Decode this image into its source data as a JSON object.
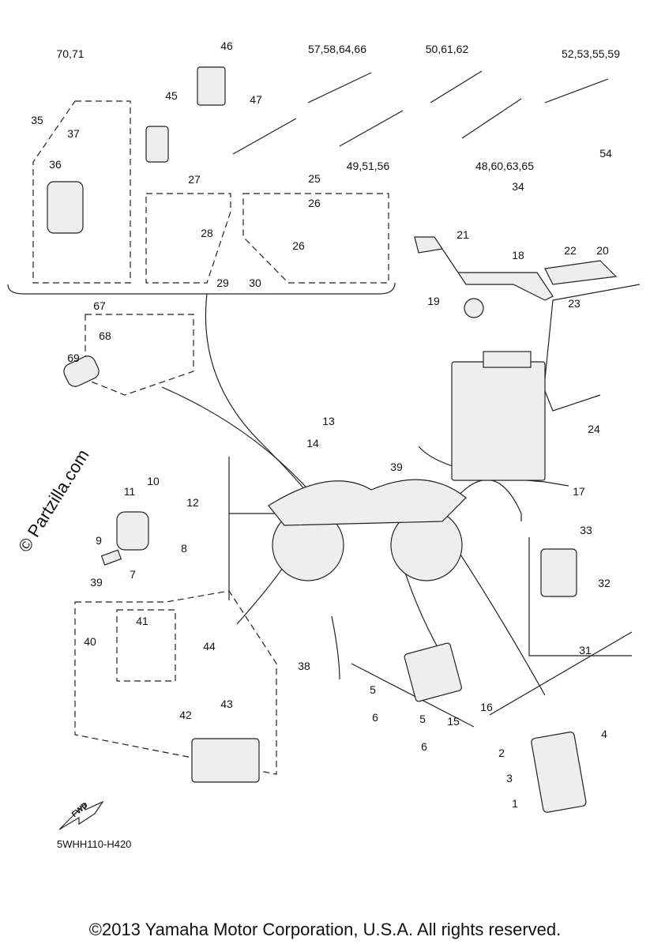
{
  "callouts": [
    "70,71",
    "35",
    "37",
    "36",
    "45",
    "46",
    "47",
    "57,58,64,66",
    "49,51,56",
    "50,61,62",
    "48,60,63,65",
    "52,53,55,59",
    "54",
    "27",
    "28",
    "29",
    "30",
    "25",
    "26",
    "26",
    "34",
    "21",
    "18",
    "22",
    "20",
    "19",
    "23",
    "24",
    "67",
    "68",
    "69",
    "13",
    "14",
    "39",
    "17",
    "10",
    "11",
    "12",
    "9",
    "7",
    "8",
    "33",
    "32",
    "31",
    "39",
    "40",
    "41",
    "44",
    "38",
    "5",
    "6",
    "5",
    "6",
    "15",
    "16",
    "2",
    "3",
    "4",
    "1",
    "42",
    "43"
  ],
  "fwd_label": "FWD",
  "diagram_code": "5WHH110-H420",
  "watermark": "© Partzilla.com",
  "footer": "©2013  Yamaha Motor Corporation, U.S.A. All rights reserved."
}
